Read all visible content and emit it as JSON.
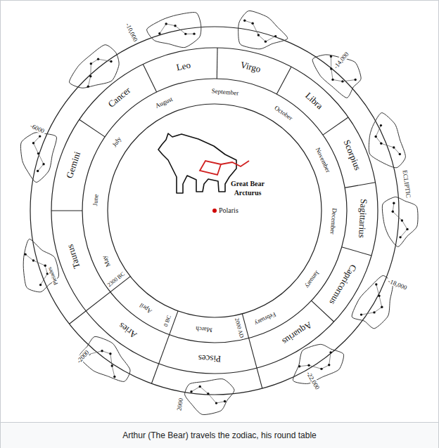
{
  "diagram": {
    "caption": "Arthur (The Bear) travels the zodiac, his round table",
    "labels": [
      "Leo",
      "Virgo",
      "Libra",
      "Scorpius",
      "Sagittarius",
      "Capricornus",
      "Aquarius",
      "Pisces",
      "Aries",
      "Taurus",
      "Gemini",
      "Cancer",
      "September",
      "October",
      "November",
      "December",
      "January",
      "February",
      "March",
      "April",
      "May",
      "June",
      "July",
      "August",
      "2300 BC",
      "0 BC",
      "2000 AD",
      "Great Bear",
      "Arcturus",
      "Polaris",
      "-10,000",
      "-14,000",
      "ECLIPTIC",
      "-18,000",
      "-22,000",
      "2000",
      "-2000",
      "Pleiades",
      "-6000"
    ]
  }
}
